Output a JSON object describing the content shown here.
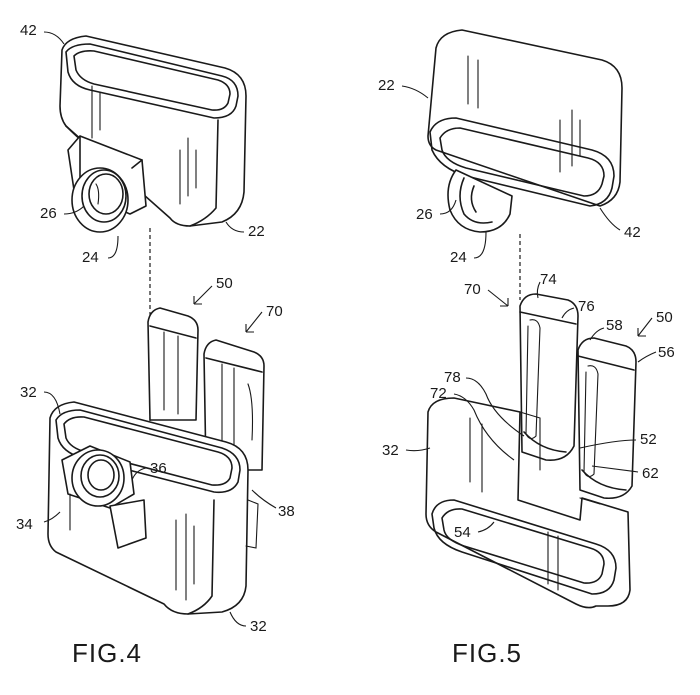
{
  "figures": [
    {
      "caption": "FIG.4",
      "labels": {
        "l42": "42",
        "l26": "26",
        "l24": "24",
        "l22": "22",
        "l50": "50",
        "l70": "70",
        "l32a": "32",
        "l36": "36",
        "l34": "34",
        "l38": "38",
        "l32b": "32"
      }
    },
    {
      "caption": "FIG.5",
      "labels": {
        "l22": "22",
        "l26": "26",
        "l24": "24",
        "l42": "42",
        "l70": "70",
        "l74": "74",
        "l76": "76",
        "l58": "58",
        "l50": "50",
        "l56": "56",
        "l78": "78",
        "l72": "72",
        "l32": "32",
        "l52": "52",
        "l62": "62",
        "l54": "54"
      }
    }
  ]
}
